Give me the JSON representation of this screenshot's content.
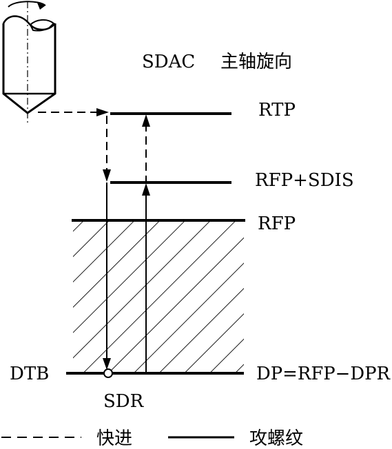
{
  "labels": {
    "sdac": "SDAC",
    "spindle_direction": "主轴旋向",
    "rtp": "RTP",
    "rfp_sdis": "RFP+SDIS",
    "rfp": "RFP",
    "dtb": "DTB",
    "dp": "DP=RFP−DPR",
    "sdr": "SDR"
  },
  "legend": {
    "rapid": "快进",
    "tapping": "攻螺纹"
  }
}
